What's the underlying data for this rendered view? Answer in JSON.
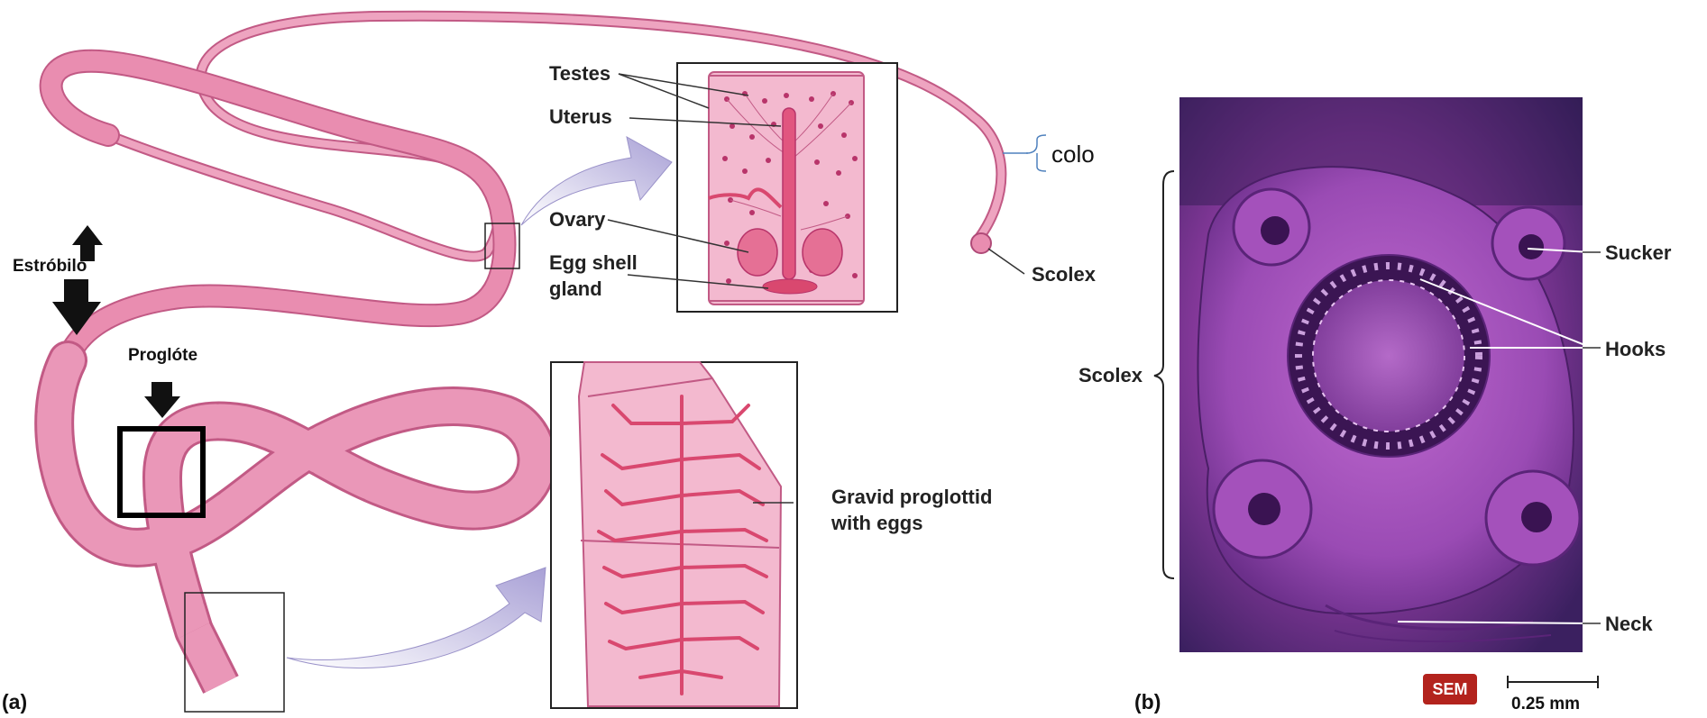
{
  "panel_a": {
    "panel_label": "(a)",
    "labels": {
      "testes": "Testes",
      "uterus": "Uterus",
      "ovary": "Ovary",
      "egg_shell_1": "Egg shell",
      "egg_shell_2": "gland",
      "scolex": "Scolex",
      "colo": "colo",
      "estrobilo": "Estróbilo",
      "proglote": "Proglóte",
      "gravid_1": "Gravid proglottid",
      "gravid_2": "with eggs"
    }
  },
  "panel_b": {
    "panel_label": "(b)",
    "labels": {
      "scolex": "Scolex",
      "sucker": "Sucker",
      "hooks": "Hooks",
      "neck": "Neck"
    },
    "badge": "SEM",
    "scale_bar": "0.25 mm"
  },
  "colors": {
    "worm": "#e98db0",
    "worm_dark": "#c25a85",
    "arrow": "#b9b3dc",
    "sem_bg": "#5b2a7a",
    "badge": "#b3231d"
  }
}
